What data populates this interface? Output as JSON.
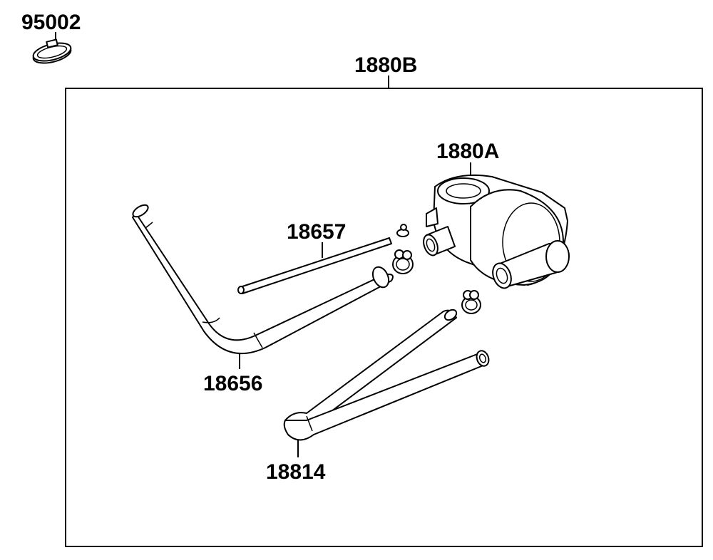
{
  "parts": {
    "clamp_95002": "95002",
    "assembly_1880B": "1880B",
    "pump_1880A": "1880A",
    "hose_18657": "18657",
    "hose_18656": "18656",
    "hose_18814": "18814"
  },
  "icons": {
    "clamp": "clamp-icon",
    "pump": "air-pump-icon",
    "hose": "hose-icon"
  },
  "colors": {
    "line": "#000000",
    "background": "#ffffff"
  }
}
